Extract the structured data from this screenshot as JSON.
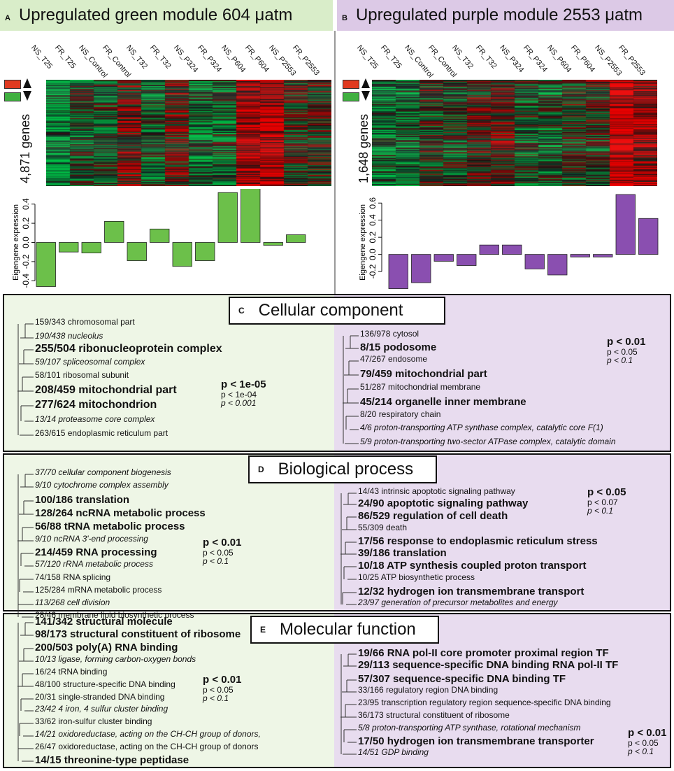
{
  "panels": {
    "A": {
      "letter": "A",
      "title": "Upregulated green module 604 μatm",
      "genes": "4,871 genes",
      "ylabel": "Eigengene expression"
    },
    "B": {
      "letter": "B",
      "title": "Upregulated purple module 2553 μatm",
      "genes": "1,648 genes",
      "ylabel": "Eigengene expression"
    }
  },
  "samples": [
    "NS_T25",
    "FR_T25",
    "NS_Control",
    "FR_Control",
    "NS_T32",
    "FR_T32",
    "NS_P324",
    "FR_P324",
    "NS_P604",
    "FR_P604",
    "NS_P2553",
    "FR_P2553"
  ],
  "colors": {
    "green": "#6cc04a",
    "purple": "#8a4fb0",
    "green_bg": "#eef6e6",
    "purple_bg": "#e8dcef",
    "heat_red": "#e02020",
    "heat_green": "#30c040"
  },
  "chart_data": [
    {
      "type": "bar",
      "panel": "A",
      "categories": [
        "NS_T25",
        "FR_T25",
        "NS_Control",
        "FR_Control",
        "NS_T32",
        "FR_T32",
        "NS_P324",
        "FR_P324",
        "NS_P604",
        "FR_P604",
        "NS_P2553",
        "FR_P2553"
      ],
      "values": [
        -0.46,
        -0.1,
        -0.11,
        0.22,
        -0.19,
        0.14,
        -0.25,
        -0.19,
        0.52,
        0.58,
        -0.03,
        0.08
      ],
      "ylabel": "Eigengene expression",
      "ylim": [
        -0.5,
        0.5
      ],
      "yticks": [
        -0.4,
        -0.2,
        0.0,
        0.2,
        0.4
      ],
      "ytick_labels": [
        "-0.4",
        "-0.2",
        "0.0",
        "0.2",
        "0.4"
      ]
    },
    {
      "type": "bar",
      "panel": "B",
      "categories": [
        "NS_T25",
        "FR_T25",
        "NS_Control",
        "FR_Control",
        "NS_T32",
        "FR_T32",
        "NS_P324",
        "FR_P324",
        "NS_P604",
        "FR_P604",
        "NS_P2553",
        "FR_P2553"
      ],
      "values": [
        -0.4,
        -0.33,
        -0.08,
        -0.13,
        0.11,
        0.11,
        -0.17,
        -0.24,
        -0.03,
        -0.03,
        0.7,
        0.42
      ],
      "ylabel": "Eigengene expression",
      "ylim": [
        -0.42,
        0.7
      ],
      "yticks": [
        -0.2,
        0.0,
        0.2,
        0.4,
        0.6
      ],
      "ytick_labels": [
        "-0.2",
        "0.0",
        "0.2",
        "0.4",
        "0.6"
      ]
    }
  ],
  "sections": {
    "C": {
      "letter": "C",
      "title": "Cellular component",
      "left_terms": [
        {
          "text": "159/343 chromosomal part",
          "style": "sm"
        },
        {
          "text": "190/438 nucleolus",
          "style": "sm it"
        },
        {
          "text": "255/504 ribonucleoprotein complex",
          "style": "lg"
        },
        {
          "text": "59/107 spliceosomal complex",
          "style": "sm it"
        },
        {
          "text": "58/101 ribosomal subunit",
          "style": "sm"
        },
        {
          "text": "208/459 mitochondrial part",
          "style": "lg"
        },
        {
          "text": "277/624 mitochondrion",
          "style": "lg"
        },
        {
          "text": "13/14 proteasome core complex",
          "style": "sm it"
        },
        {
          "text": "263/615 endoplasmic reticulum part",
          "style": "sm"
        }
      ],
      "left_p": [
        "p < 1e-05",
        "p < 1e-04",
        "p < 0.001"
      ],
      "right_terms": [
        {
          "text": "136/978 cytosol",
          "style": "sm"
        },
        {
          "text": "8/15 podosome",
          "style": "bd"
        },
        {
          "text": "47/267 endosome",
          "style": "sm"
        },
        {
          "text": "79/459 mitochondrial part",
          "style": "bd"
        },
        {
          "text": "51/287 mitochondrial membrane",
          "style": "sm"
        },
        {
          "text": "45/214 organelle inner membrane",
          "style": "bd"
        },
        {
          "text": "8/20 respiratory chain",
          "style": "sm"
        },
        {
          "text": "4/6 proton-transporting ATP synthase complex, catalytic core F(1)",
          "style": "sm it"
        },
        {
          "text": "5/9 proton-transporting two-sector ATPase complex, catalytic domain",
          "style": "sm it"
        }
      ],
      "right_p": [
        "p < 0.01",
        "p < 0.05",
        "p < 0.1"
      ]
    },
    "D": {
      "letter": "D",
      "title": "Biological process",
      "left_terms": [
        {
          "text": "37/70 cellular component biogenesis",
          "style": "sm it"
        },
        {
          "text": "9/10 cytochrome complex assembly",
          "style": "sm it"
        },
        {
          "text": "100/186 translation",
          "style": "bd"
        },
        {
          "text": "128/264 ncRNA metabolic process",
          "style": "bd"
        },
        {
          "text": "56/88 tRNA metabolic process",
          "style": "bd"
        },
        {
          "text": "9/10 ncRNA 3'-end processing",
          "style": "sm it"
        },
        {
          "text": "214/459 RNA processing",
          "style": "bd"
        },
        {
          "text": "57/120 rRNA metabolic process",
          "style": "sm it"
        },
        {
          "text": "74/158 RNA splicing",
          "style": "sm"
        },
        {
          "text": "125/284 mRNA metabolic process",
          "style": "sm"
        },
        {
          "text": "113/268 cell division",
          "style": "sm it"
        },
        {
          "text": "28/46 membrane lipid biosynthetic process",
          "style": "sm"
        }
      ],
      "left_p": [
        "p < 0.01",
        "p < 0.05",
        "p < 0.1"
      ],
      "right_terms": [
        {
          "text": "14/43 intrinsic apoptotic signaling pathway",
          "style": "sm"
        },
        {
          "text": "24/90 apoptotic signaling pathway",
          "style": "bd"
        },
        {
          "text": "86/529 regulation of cell death",
          "style": "bd"
        },
        {
          "text": "55/309 death",
          "style": "sm"
        },
        {
          "text": "17/56 response to endoplasmic reticulum stress",
          "style": "bd"
        },
        {
          "text": "39/186 translation",
          "style": "bd"
        },
        {
          "text": "10/18 ATP synthesis coupled proton transport",
          "style": "bd"
        },
        {
          "text": "10/25 ATP biosynthetic process",
          "style": "sm"
        },
        {
          "text": "12/32 hydrogen ion transmembrane transport",
          "style": "bd"
        },
        {
          "text": "23/97 generation of precursor metabolites and energy",
          "style": "sm it"
        }
      ],
      "right_p": [
        "p < 0.05",
        "p < 0.07",
        "p < 0.1"
      ]
    },
    "E": {
      "letter": "E",
      "title": "Molecular function",
      "left_terms": [
        {
          "text": "141/342 structural molecule",
          "style": "bd"
        },
        {
          "text": "98/173 structural constituent of ribosome",
          "style": "bd"
        },
        {
          "text": "200/503 poly(A) RNA binding",
          "style": "bd"
        },
        {
          "text": "10/13 ligase, forming carbon-oxygen bonds",
          "style": "sm it"
        },
        {
          "text": "16/24 tRNA binding",
          "style": "sm"
        },
        {
          "text": "48/100 structure-specific DNA binding",
          "style": "sm"
        },
        {
          "text": "20/31 single-stranded DNA binding",
          "style": "sm"
        },
        {
          "text": "23/42 4 iron, 4 sulfur cluster binding",
          "style": "sm it"
        },
        {
          "text": "33/62 iron-sulfur cluster binding",
          "style": "sm"
        },
        {
          "text": "14/21 oxidoreductase, acting on the CH-CH group of donors,",
          "style": "sm it"
        },
        {
          "text": "26/47 oxidoreductase, acting on the CH-CH group of donors",
          "style": "sm"
        },
        {
          "text": "14/15 threonine-type peptidase",
          "style": "bd"
        }
      ],
      "left_p": [
        "p < 0.01",
        "p < 0.05",
        "p < 0.1"
      ],
      "right_terms": [
        {
          "text": "19/66 RNA pol-II core promoter proximal region TF",
          "style": "bd"
        },
        {
          "text": "29/113 sequence-specific DNA binding RNA pol-II TF",
          "style": "bd"
        },
        {
          "text": "57/307 sequence-specific DNA binding TF",
          "style": "bd"
        },
        {
          "text": "33/166 regulatory region DNA binding",
          "style": "sm"
        },
        {
          "text": "23/95 transcription regulatory region sequence-specific DNA binding",
          "style": "sm"
        },
        {
          "text": "36/173 structural constituent of ribosome",
          "style": "sm"
        },
        {
          "text": "5/8 proton-transporting ATP synthase, rotational mechanism",
          "style": "sm it"
        },
        {
          "text": "17/50 hydrogen ion transmembrane transporter",
          "style": "bd"
        },
        {
          "text": "14/51 GDP binding",
          "style": "sm it"
        }
      ],
      "right_p": [
        "p < 0.01",
        "p < 0.05",
        "p < 0.1"
      ]
    }
  }
}
